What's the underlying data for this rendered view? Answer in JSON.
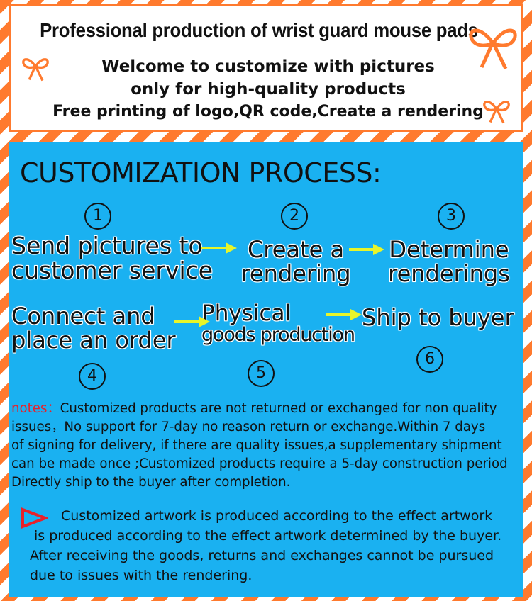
{
  "header": {
    "title": "Professional production of wrist guard mouse pads",
    "line1": "Welcome to customize with pictures",
    "line2": "only for high-quality products",
    "line3": "Free printing of logo,QR code,Create a rendering"
  },
  "process": {
    "title": "CUSTOMIZATION PROCESS:",
    "steps": [
      {
        "num": "1",
        "line1": "Send pictures to",
        "line2": "customer service"
      },
      {
        "num": "2",
        "line1": "Create a",
        "line2": "rendering"
      },
      {
        "num": "3",
        "line1": "Determine",
        "line2": "renderings"
      },
      {
        "num": "4",
        "line1": "Connect and",
        "line2": "place an order"
      },
      {
        "num": "5",
        "line1": "Physical",
        "line2": "goods production"
      },
      {
        "num": "6",
        "line1": "Ship to buyer",
        "line2": ""
      }
    ]
  },
  "notes": {
    "label": "notes：",
    "lines": [
      "Customized products are not returned or exchanged for non quality",
      " issues，No support for 7-day no reason return or exchange.Within 7 days",
      " of signing for delivery, if there are quality issues,a supplementary shipment",
      "can be made once ;Customized products require a 5-day construction period",
      "Directly ship to the buyer after completion."
    ]
  },
  "artwork": {
    "lines": [
      "Customized artwork is produced according to the effect artwork",
      "is produced according to the effect artwork determined by the buyer.",
      "After receiving the goods, returns and exchanges cannot be pursued",
      "due to issues with the rendering."
    ]
  },
  "colors": {
    "orange": "#ff7a2e",
    "blue": "#1ab1f1",
    "arrow": "#e8f52a",
    "red": "#e8212a"
  }
}
